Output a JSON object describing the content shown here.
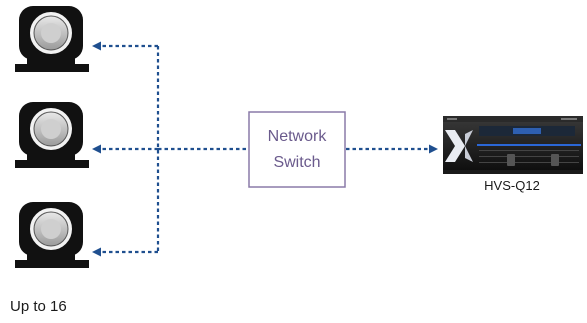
{
  "diagram": {
    "cameras": [
      {
        "icon": "ptz-camera-icon"
      },
      {
        "icon": "ptz-camera-icon"
      },
      {
        "icon": "ptz-camera-icon"
      }
    ],
    "cameras_caption": "Up to 16",
    "switch": {
      "line1": "Network",
      "line2": "Switch"
    },
    "device": {
      "icon": "hardware-switcher-icon",
      "label": "HVS-Q12"
    },
    "colors": {
      "connector": "#1f4f8f",
      "switch_border": "#8a7aa8",
      "switch_text": "#6a5a8c",
      "camera_body": "#111111"
    }
  }
}
